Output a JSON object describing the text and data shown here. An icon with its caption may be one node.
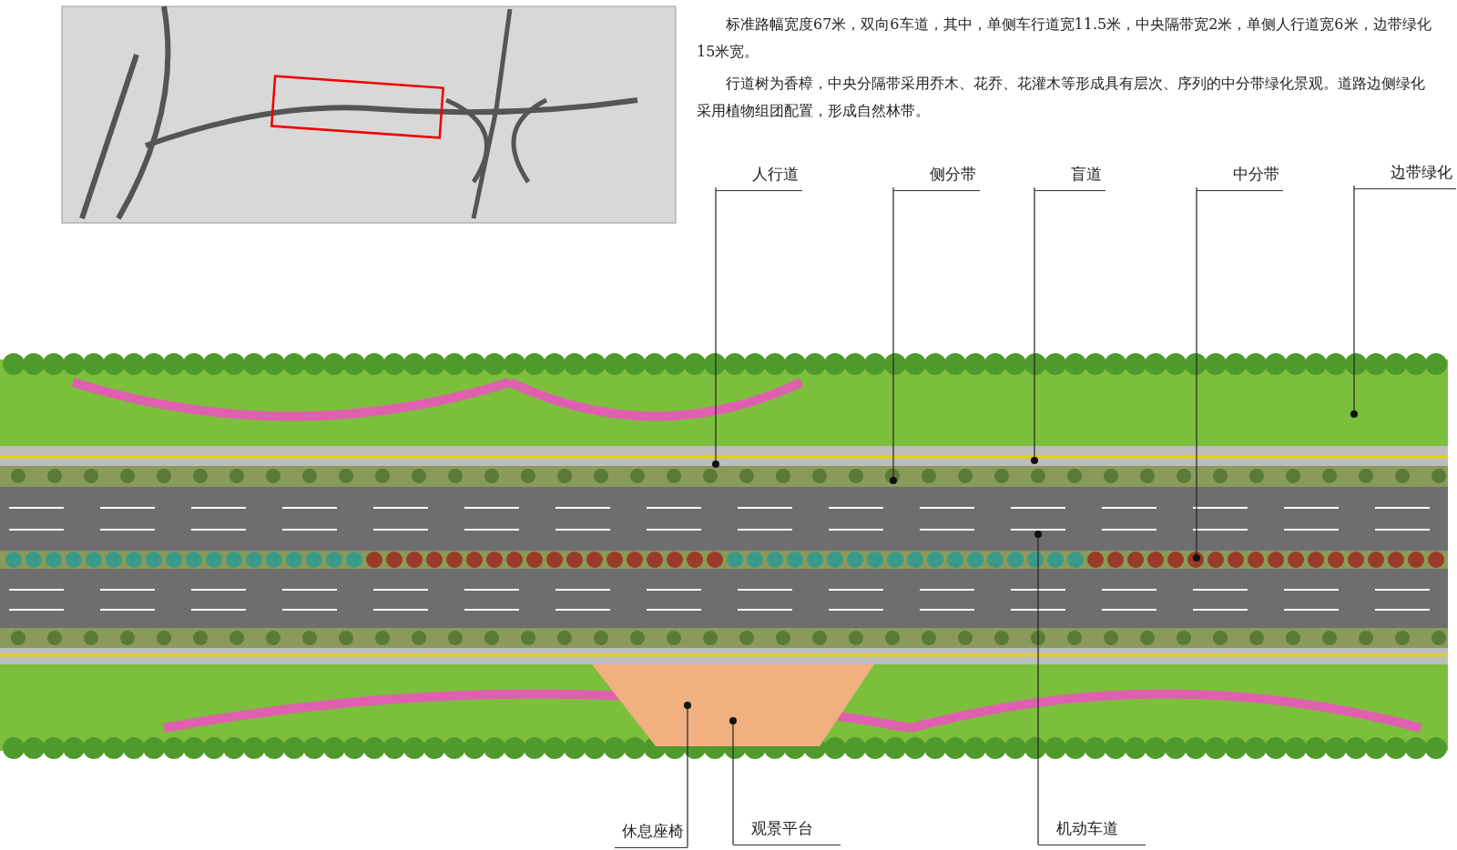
{
  "diagram": {
    "nodes": [
      {
        "text": [
          "人行道"
        ]
      },
      {
        "text": [
          "侧分带"
        ]
      },
      {
        "text": [
          "盲道"
        ]
      },
      {
        "text": [
          "中分带"
        ]
      },
      {
        "text": [
          "边带绿化"
        ]
      },
      {
        "text": [
          "休息座椅"
        ]
      },
      {
        "text": [
          "观景平台"
        ]
      },
      {
        "text": [
          "机动车道"
        ]
      }
    ],
    "edges": [
      {
        "from": 0,
        "to": null,
        "arrow": "other"
      },
      {
        "from": 1,
        "to": null,
        "arrow": "other"
      },
      {
        "from": 2,
        "to": null,
        "arrow": "other"
      },
      {
        "from": 3,
        "to": null,
        "arrow": "other"
      },
      {
        "from": 4,
        "to": null,
        "arrow": "other"
      },
      {
        "from": 5,
        "to": null,
        "arrow": "other"
      },
      {
        "from": 6,
        "to": null,
        "arrow": "other"
      },
      {
        "from": 7,
        "to": null,
        "arrow": "other"
      }
    ],
    "labels": [
      "标准路幅宽度67米，双向6车道，其中，单侧车行道宽11.5米，中央隔带宽2米，单侧人行道宽6米，边带绿化15米宽。",
      "行道树为香樟，中央分隔带采用乔木、花乔、花灌木等形成具有层次、序列的中分带绿化景观。道路边侧绿化采用植物组团配置，形成自然林带。"
    ]
  }
}
